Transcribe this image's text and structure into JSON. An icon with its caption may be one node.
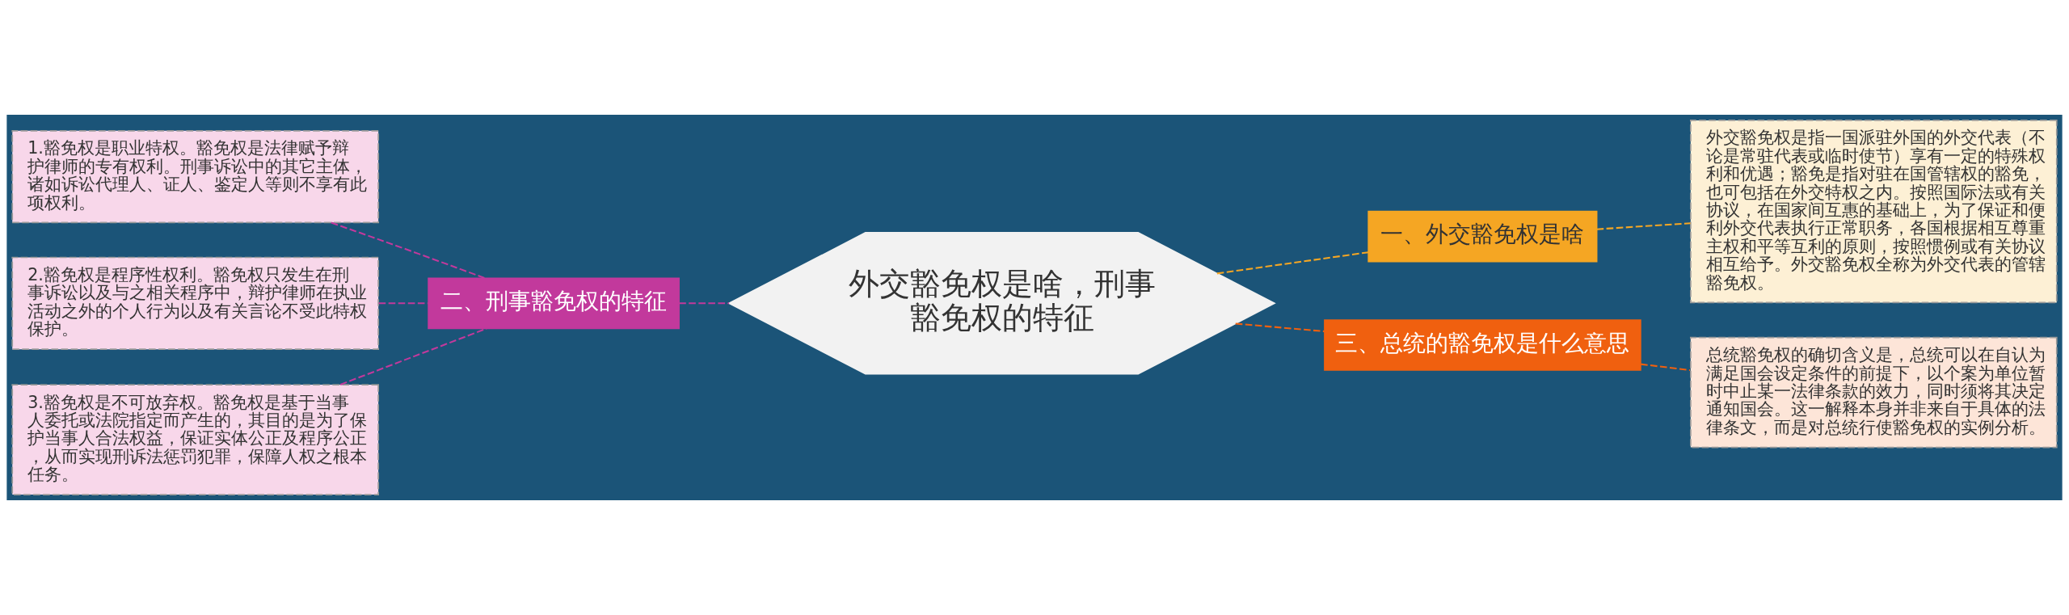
{
  "diagram": {
    "nodes": [
      {
        "text": [
          "外交豁免权是啥，刑事豁免权的特征"
        ]
      },
      {
        "text": [
          "二、刑事豁免权的特征"
        ]
      },
      {
        "text": [
          "1.豁免权是职业特权。豁免权是法律赋予辩护律师的专有权利。刑事诉讼中的其它主体，诸如诉讼代理人、证人、鉴定人等则不享有此项权利。"
        ]
      },
      {
        "text": [
          "2.豁免权是程序性权利。豁免权只发生在刑事诉讼以及与之相关程序中，辩护律师在执业活动之外的个人行为以及有关言论不受此特权保护。"
        ]
      },
      {
        "text": [
          "3.豁免权是不可放弃权。豁免权是基于当事人委托或法院指定而产生的，其目的是为了保护当事人合法权益，保证实体公正及程序公正，从而实现刑诉法惩罚犯罪，保障人权之根本任务。"
        ]
      },
      {
        "text": [
          "一、外交豁免权是啥"
        ]
      },
      {
        "text": [
          "外交豁免权是指一国派驻外国的外交代表（不论是常驻代表或临时使节）享有一定的特殊权利和优遇；豁免是指对驻在国管辖权的豁免，也可包括在外交特权之内。按照国际法或有关协议，在国家间互惠的基础上，为了保证和便利外交代表执行正常职务，各国根据相互尊重主权和平等互利的原则，按照惯例或有关协议相互给予。外交豁免权全称为外交代表的管辖豁免权。"
        ]
      },
      {
        "text": [
          "三、总统的豁免权是什么意思"
        ]
      },
      {
        "text": [
          "总统豁免权的确切含义是，总统可以在自认为满足国会设定条件的前提下，以个案为单位暂时中止某一法律条款的效力，同时须将其决定通知国会。这一解释本身并非来自于具体的法律条文，而是对总统行使豁免权的实例分析。"
        ]
      }
    ],
    "edges": [
      {
        "from": 0,
        "to": 1,
        "arrow": "none",
        "style": "dashed",
        "color": "#c2399c"
      },
      {
        "from": 1,
        "to": 2,
        "arrow": "none",
        "style": "dashed",
        "color": "#c2399c"
      },
      {
        "from": 1,
        "to": 3,
        "arrow": "none",
        "style": "dashed",
        "color": "#c2399c"
      },
      {
        "from": 1,
        "to": 4,
        "arrow": "none",
        "style": "dashed",
        "color": "#c2399c"
      },
      {
        "from": 0,
        "to": 5,
        "arrow": "none",
        "style": "dashed",
        "color": "#f5a623"
      },
      {
        "from": 5,
        "to": 6,
        "arrow": "none",
        "style": "dashed",
        "color": "#f5a623"
      },
      {
        "from": 0,
        "to": 7,
        "arrow": "none",
        "style": "dashed",
        "color": "#f0600f"
      },
      {
        "from": 7,
        "to": 8,
        "arrow": "none",
        "style": "dashed",
        "color": "#f0600f"
      }
    ]
  }
}
